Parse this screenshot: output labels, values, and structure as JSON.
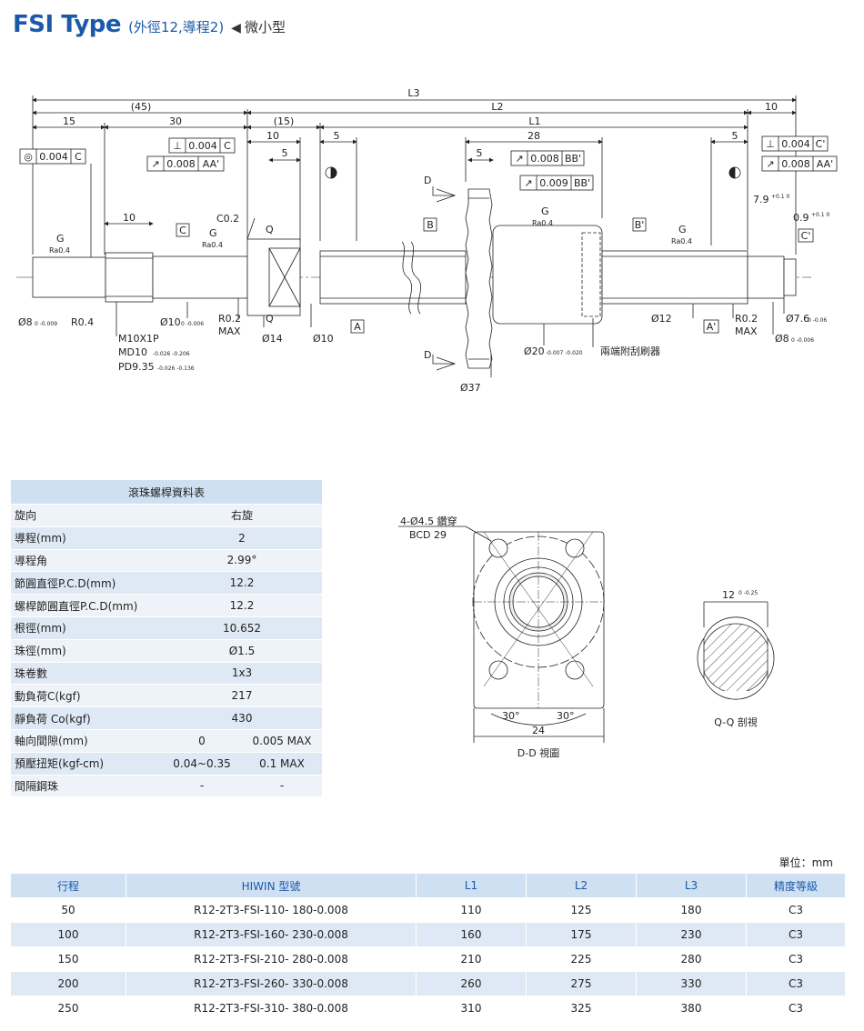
{
  "header": {
    "title": "FSI Type",
    "subtitle": "(外徑12,導程2)",
    "arrow": "◀",
    "category": "微小型"
  },
  "drawing": {
    "dims": {
      "L3": "L3",
      "L2": "L2",
      "L1": "L1",
      "d45": "(45)",
      "d15": "15",
      "d30": "30",
      "d15b": "(15)",
      "d10a": "10",
      "d5a": "5",
      "d5b": "5",
      "d28": "28",
      "d5c": "5",
      "d10b": "10",
      "d10c": "10",
      "d5d": "5",
      "c02": "C0.2",
      "d79": "7.9",
      "d79tol": "+0.1 0",
      "d09": "0.9",
      "d09tol": "+0.1 0"
    },
    "tolerances": {
      "t1_sym": "◎",
      "t1_val": "0.004",
      "t1_ref": "C",
      "t2_sym": "⊥",
      "t2_val": "0.004",
      "t2_ref": "C",
      "t3_sym": "↗",
      "t3_val": "0.008",
      "t3_ref": "AA'",
      "t4_sym": "↗",
      "t4_val": "0.008",
      "t4_ref": "BB'",
      "t5_sym": "↗",
      "t5_val": "0.009",
      "t5_ref": "BB'",
      "t6_sym": "⊥",
      "t6_val": "0.004",
      "t6_ref": "C'",
      "t7_sym": "↗",
      "t7_val": "0.008",
      "t7_ref": "AA'"
    },
    "labels": {
      "g": "G",
      "ra": "Ra0.4",
      "c": "C",
      "b": "B",
      "bp": "B'",
      "a": "A",
      "ap": "A'",
      "cp": "C'",
      "q": "Q",
      "d": "D",
      "dia8": "Ø8",
      "dia8tol": "0 -0.009",
      "r04": "R0.4",
      "m10": "M10X1P",
      "md10": "MD10",
      "md10tol": "-0.026 -0.206",
      "pd": "PD9.35",
      "pdtol": "-0.026 -0.136",
      "dia10a": "Ø10",
      "dia10atol": "0 -0.006",
      "r02a": "R0.2",
      "maxa": "MAX",
      "dia14": "Ø14",
      "dia10b": "Ø10",
      "dia20": "Ø20",
      "dia20tol": "-0.007 -0.020",
      "dia37": "Ø37",
      "wiper": "兩端附刮刷器",
      "dia12": "Ø12",
      "r02b": "R0.2",
      "maxb": "MAX",
      "dia76": "Ø7.6",
      "dia76tol": "0 -0.06",
      "dia8b": "Ø8",
      "dia8btol": "0 -0.006"
    }
  },
  "dd_view": {
    "holes": "4-Ø4.5 鑽穿",
    "bcd": "BCD 29",
    "ang1": "30°",
    "ang2": "30°",
    "width": "24",
    "caption": "D-D 視圖"
  },
  "qq_view": {
    "dim": "12",
    "dimtol": "0 -0.25",
    "caption": "Q-Q 剖視"
  },
  "spec_table": {
    "title": "滾珠螺桿資料表",
    "rows": [
      {
        "k": "旋向",
        "v": "右旋"
      },
      {
        "k": "導程(mm)",
        "v": "2"
      },
      {
        "k": "導程角",
        "v": "2.99°"
      },
      {
        "k": "節圓直徑P.C.D(mm)",
        "v": "12.2"
      },
      {
        "k": "螺桿節圓直徑P.C.D(mm)",
        "v": "12.2"
      },
      {
        "k": "根徑(mm)",
        "v": "10.652"
      },
      {
        "k": "珠徑(mm)",
        "v": "Ø1.5"
      },
      {
        "k": "珠卷數",
        "v": "1x3"
      },
      {
        "k": "動負荷C(kgf)",
        "v": "217"
      },
      {
        "k": "靜負荷 Co(kgf)",
        "v": "430"
      },
      {
        "k": "軸向間隙(mm)",
        "v": "0",
        "v2": "0.005 MAX"
      },
      {
        "k": "預壓扭矩(kgf-cm)",
        "v": "0.04~0.35",
        "v2": "0.1 MAX"
      },
      {
        "k": "間隔鋼珠",
        "v": "-",
        "v2": "-"
      }
    ]
  },
  "unit_label": "單位：mm",
  "model_table": {
    "headers": [
      "行程",
      "HIWIN 型號",
      "L1",
      "L2",
      "L3",
      "精度等級"
    ],
    "rows": [
      [
        "50",
        "R12-2T3-FSI-110- 180-0.008",
        "110",
        "125",
        "180",
        "C3"
      ],
      [
        "100",
        "R12-2T3-FSI-160- 230-0.008",
        "160",
        "175",
        "230",
        "C3"
      ],
      [
        "150",
        "R12-2T3-FSI-210- 280-0.008",
        "210",
        "225",
        "280",
        "C3"
      ],
      [
        "200",
        "R12-2T3-FSI-260- 330-0.008",
        "260",
        "275",
        "330",
        "C3"
      ],
      [
        "250",
        "R12-2T3-FSI-310- 380-0.008",
        "310",
        "325",
        "380",
        "C3"
      ]
    ]
  }
}
